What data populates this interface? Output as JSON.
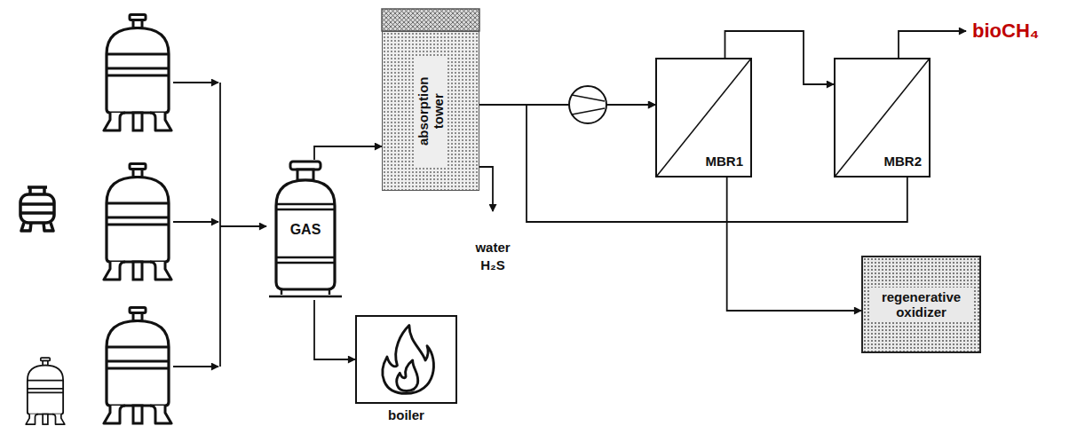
{
  "diagram": {
    "nodes": [
      {
        "text": [
          "GAS"
        ]
      },
      {
        "text": [
          "boiler"
        ]
      },
      {
        "text": [
          "absorption tower"
        ]
      },
      {
        "text": [
          "MBR1"
        ]
      },
      {
        "text": [
          "MBR2"
        ]
      },
      {
        "text": [
          "regenerative oxidizer"
        ]
      }
    ],
    "edges": [
      {
        "from": 0,
        "to": 2,
        "arrow": "to"
      },
      {
        "from": 0,
        "to": 1,
        "arrow": "to"
      },
      {
        "from": 2,
        "to": 3,
        "arrow": "to"
      },
      {
        "from": 3,
        "to": 4,
        "arrow": "to"
      },
      {
        "from": 4,
        "to": 3,
        "arrow": "to"
      },
      {
        "from": 3,
        "to": 5,
        "arrow": "to"
      }
    ],
    "labels": [
      "water",
      "H₂S",
      "bioCH₄"
    ]
  }
}
